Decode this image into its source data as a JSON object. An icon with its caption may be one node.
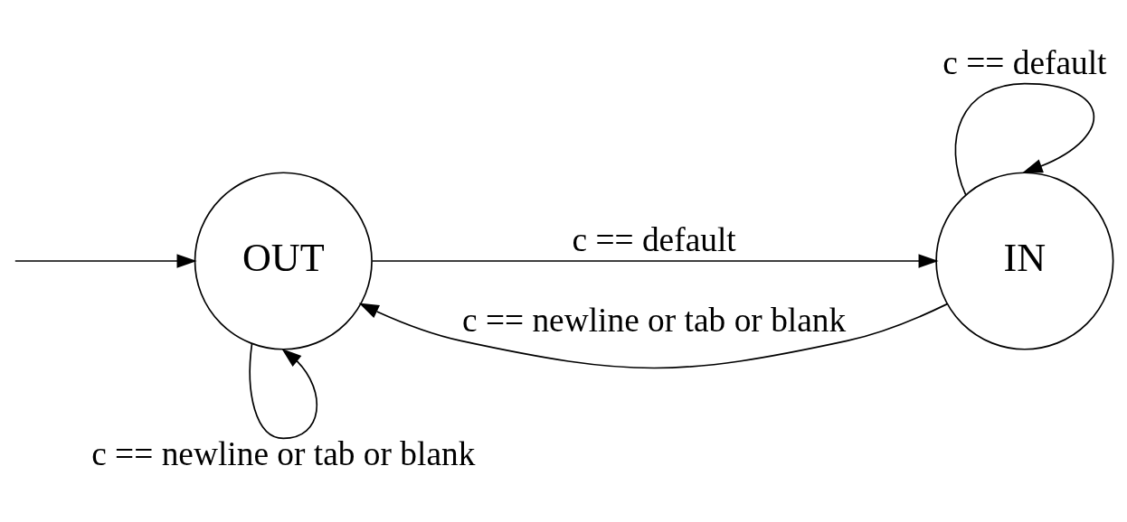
{
  "diagram": {
    "nodes": [
      {
        "text": [
          "OUT"
        ]
      },
      {
        "text": [
          "IN"
        ]
      }
    ],
    "edges": [
      {
        "from": null,
        "to": 0,
        "arrow": "to"
      },
      {
        "from": 1,
        "to": 1,
        "arrow": "to",
        "label": "c == default"
      },
      {
        "from": 1,
        "to": 0,
        "arrow": "to",
        "label": "c == newline or tab or blank"
      },
      {
        "from": 0,
        "to": 1,
        "arrow": "to",
        "label": "c == default"
      },
      {
        "from": 0,
        "to": 0,
        "arrow": "to",
        "label": "c == newline or tab or blank"
      }
    ]
  }
}
